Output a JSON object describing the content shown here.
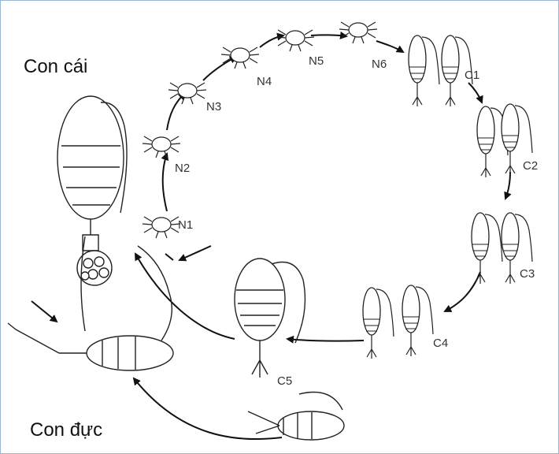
{
  "labels": {
    "female": "Con cái",
    "male": "Con đực"
  },
  "stages": [
    "N1",
    "N2",
    "N3",
    "N4",
    "N5",
    "N6",
    "C1",
    "C2",
    "C3",
    "C4",
    "C5"
  ],
  "colors": {
    "line": "#111111",
    "frame": "#9bb4cf"
  }
}
